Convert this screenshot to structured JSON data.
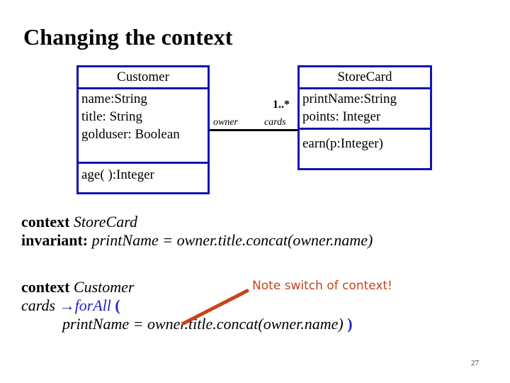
{
  "slide": {
    "title": "Changing the context",
    "page_number": "27",
    "accent_colors": {
      "class_border": "#1414b4",
      "ocl_operator": "#2222cc",
      "annotation": "#c8441b",
      "text": "#000000"
    }
  },
  "diagram": {
    "classes": [
      {
        "name": "Customer",
        "attributes": [
          "name:String",
          "title: String",
          "golduser: Boolean"
        ],
        "operations": [
          "age( ):Integer"
        ]
      },
      {
        "name": "StoreCard",
        "attributes": [
          "printName:String",
          "points: Integer"
        ],
        "operations": [
          "earn(p:Integer)"
        ]
      }
    ],
    "association": {
      "source_role": "owner",
      "target_role": "cards",
      "target_multiplicity": "1..*"
    }
  },
  "ocl": {
    "constraint_storecard": {
      "context_keyword": "context",
      "context_type": "StoreCard",
      "invariant_keyword": "invariant",
      "invariant_separator": ":",
      "invariant_expression": "printName = owner.title.concat(owner.name)"
    },
    "constraint_customer": {
      "context_keyword": "context",
      "context_type": "Customer",
      "collection": "cards",
      "arrow": "→",
      "operation": "forAll",
      "open_paren": "(",
      "body_expression": "printName = owner.title.concat(owner.name)",
      "close_paren": ")",
      "body_close_paren": ")"
    }
  },
  "annotation": {
    "note": "Note switch of context!",
    "arrow_icon": "diagonal-arrow-icon"
  }
}
